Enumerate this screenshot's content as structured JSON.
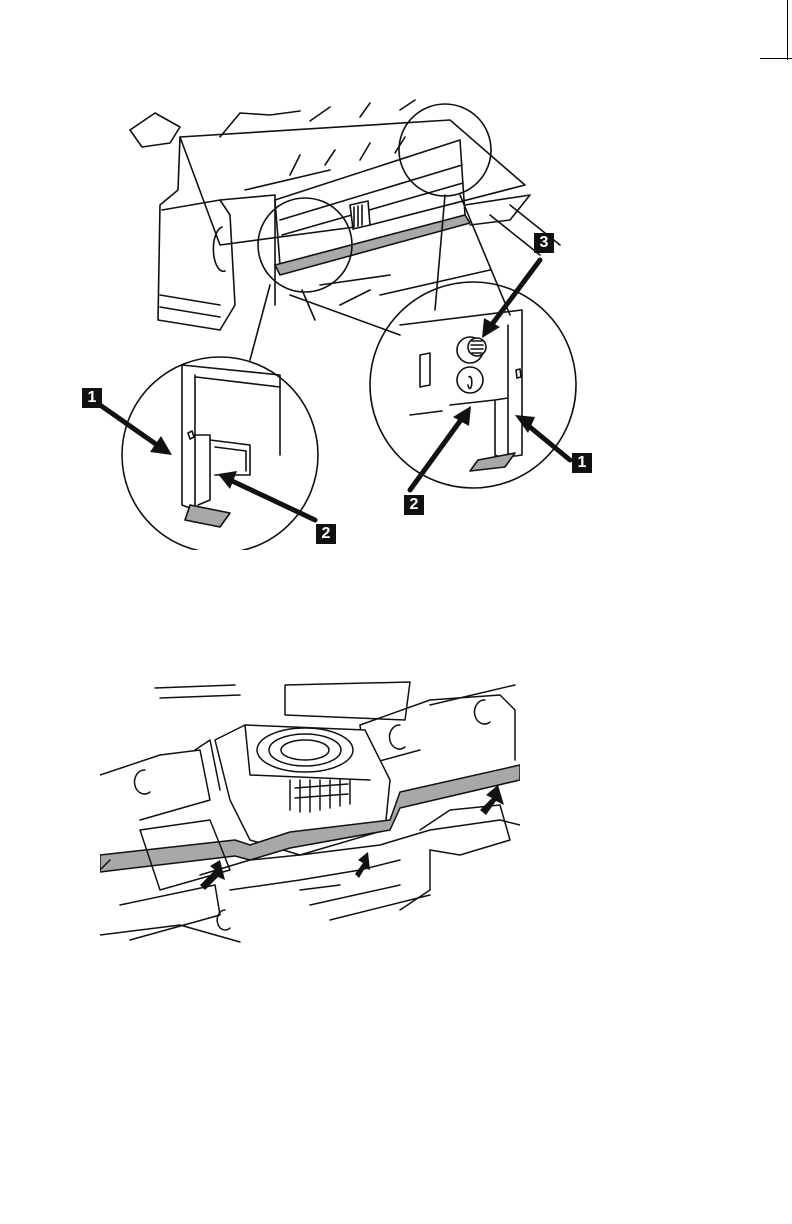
{
  "figure_top": {
    "callouts": {
      "left_1": "1",
      "left_2": "2",
      "right_1": "1",
      "right_2": "2",
      "right_3": "3"
    }
  },
  "figure_bottom": {},
  "colors": {
    "ink": "#111111",
    "paper": "#ffffff",
    "ribbon_gray": "#a8a8a8"
  }
}
